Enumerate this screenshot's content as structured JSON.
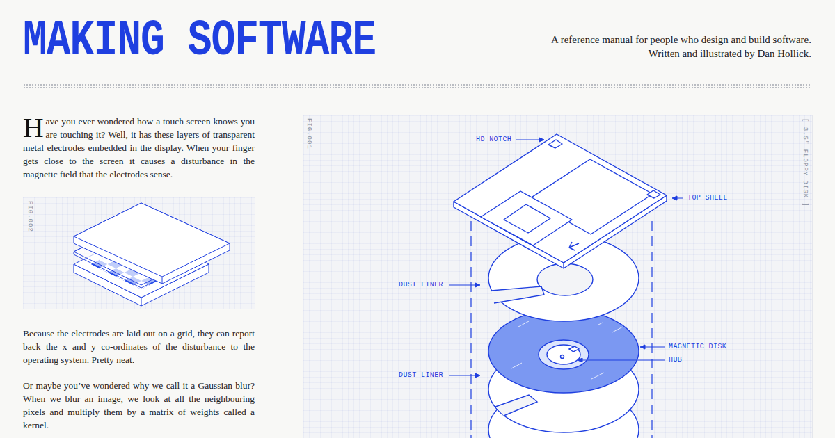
{
  "diagram": {
    "title": "MAKING SOFTWARE",
    "labels": [
      "A reference manual for people who design and build software.",
      "Written and illustrated by Dan Hollick.",
      "Have you ever wondered how a touch screen knows you are touching it? Well, it has these layers of transparent metal electrodes embedded in the display. When your finger gets close to the screen it causes a disturbance in the magnetic field that the electrodes sense.",
      "FIG.002",
      "Because the electrodes are laid out on a grid, they can report back the x and y co-ordinates of the disturbance to the operating system. Pretty neat.",
      "Or maybe you’ve wondered why we call it a Gaussian blur? When we blur an image, we look at all the neighbouring pixels and multiply them by a matrix of weights called a kernel.",
      "FIG.001",
      "[ 3.5\" FLOPPY DISK ]",
      "HD NOTCH",
      "TOP SHELL",
      "DUST LINER",
      "MAGNETIC DISK",
      "HUB",
      "DUST LINER"
    ]
  }
}
